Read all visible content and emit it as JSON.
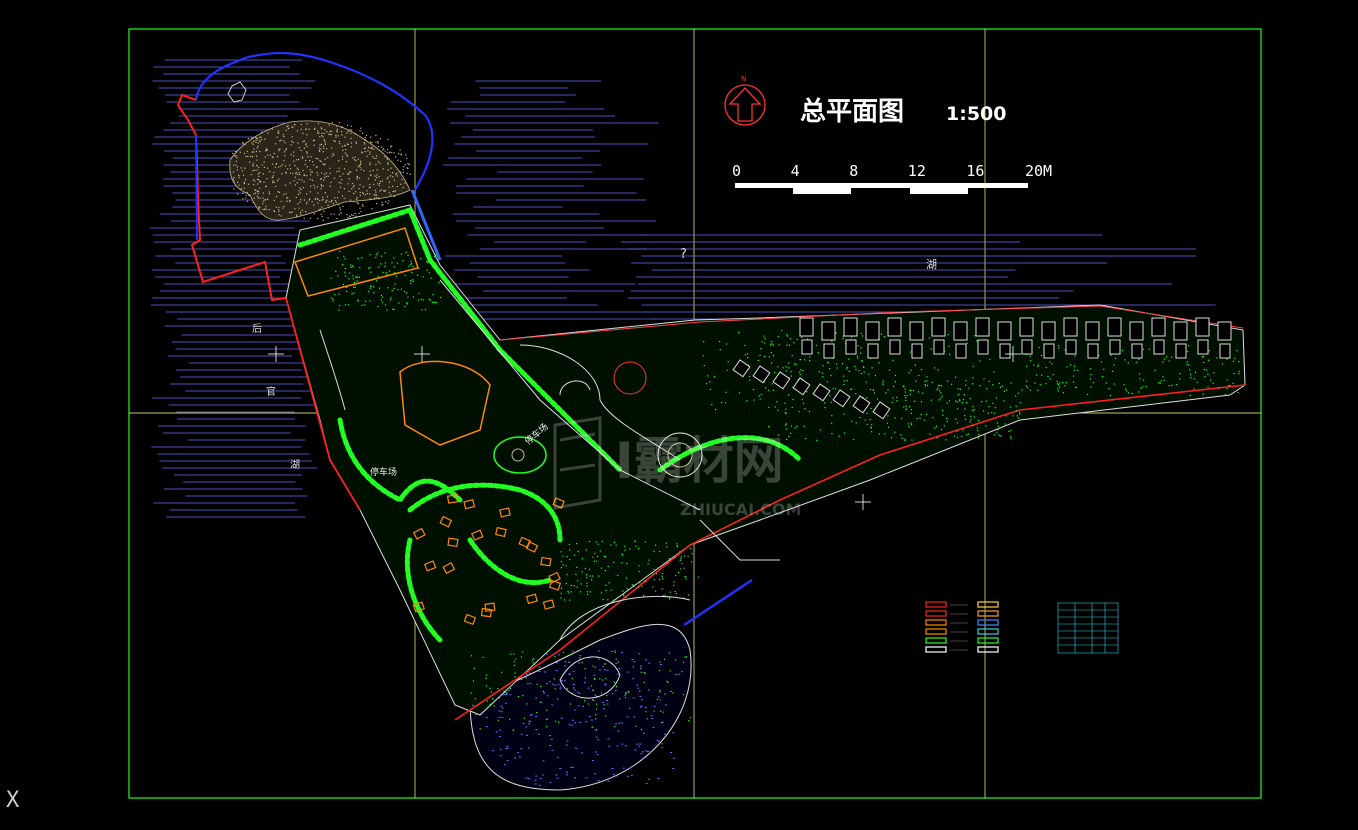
{
  "plan": {
    "title": "总平面图",
    "scale": "1:500",
    "north": "N",
    "scale_bar": {
      "ticks": [
        "0",
        "4",
        "8",
        "12",
        "16",
        "20M"
      ]
    },
    "lake_labels": [
      "?",
      "湖",
      "后",
      "官",
      "湖"
    ],
    "place_labels": [
      "停车场",
      "停车场"
    ]
  },
  "watermark": {
    "text": "Ⅰ霸材网",
    "sub": "ZHIUCAI.COM"
  },
  "ui": {
    "axis_glyph": "X"
  },
  "colors": {
    "frame": "#1aff1a",
    "grid": "#e6f07a",
    "water": "#6a6cff",
    "boundary_blue": "#2233ff",
    "boundary_red": "#ff2020",
    "vegetation": "#22ff22",
    "buildings": "#ff8800",
    "hill": "#c8b68a"
  }
}
